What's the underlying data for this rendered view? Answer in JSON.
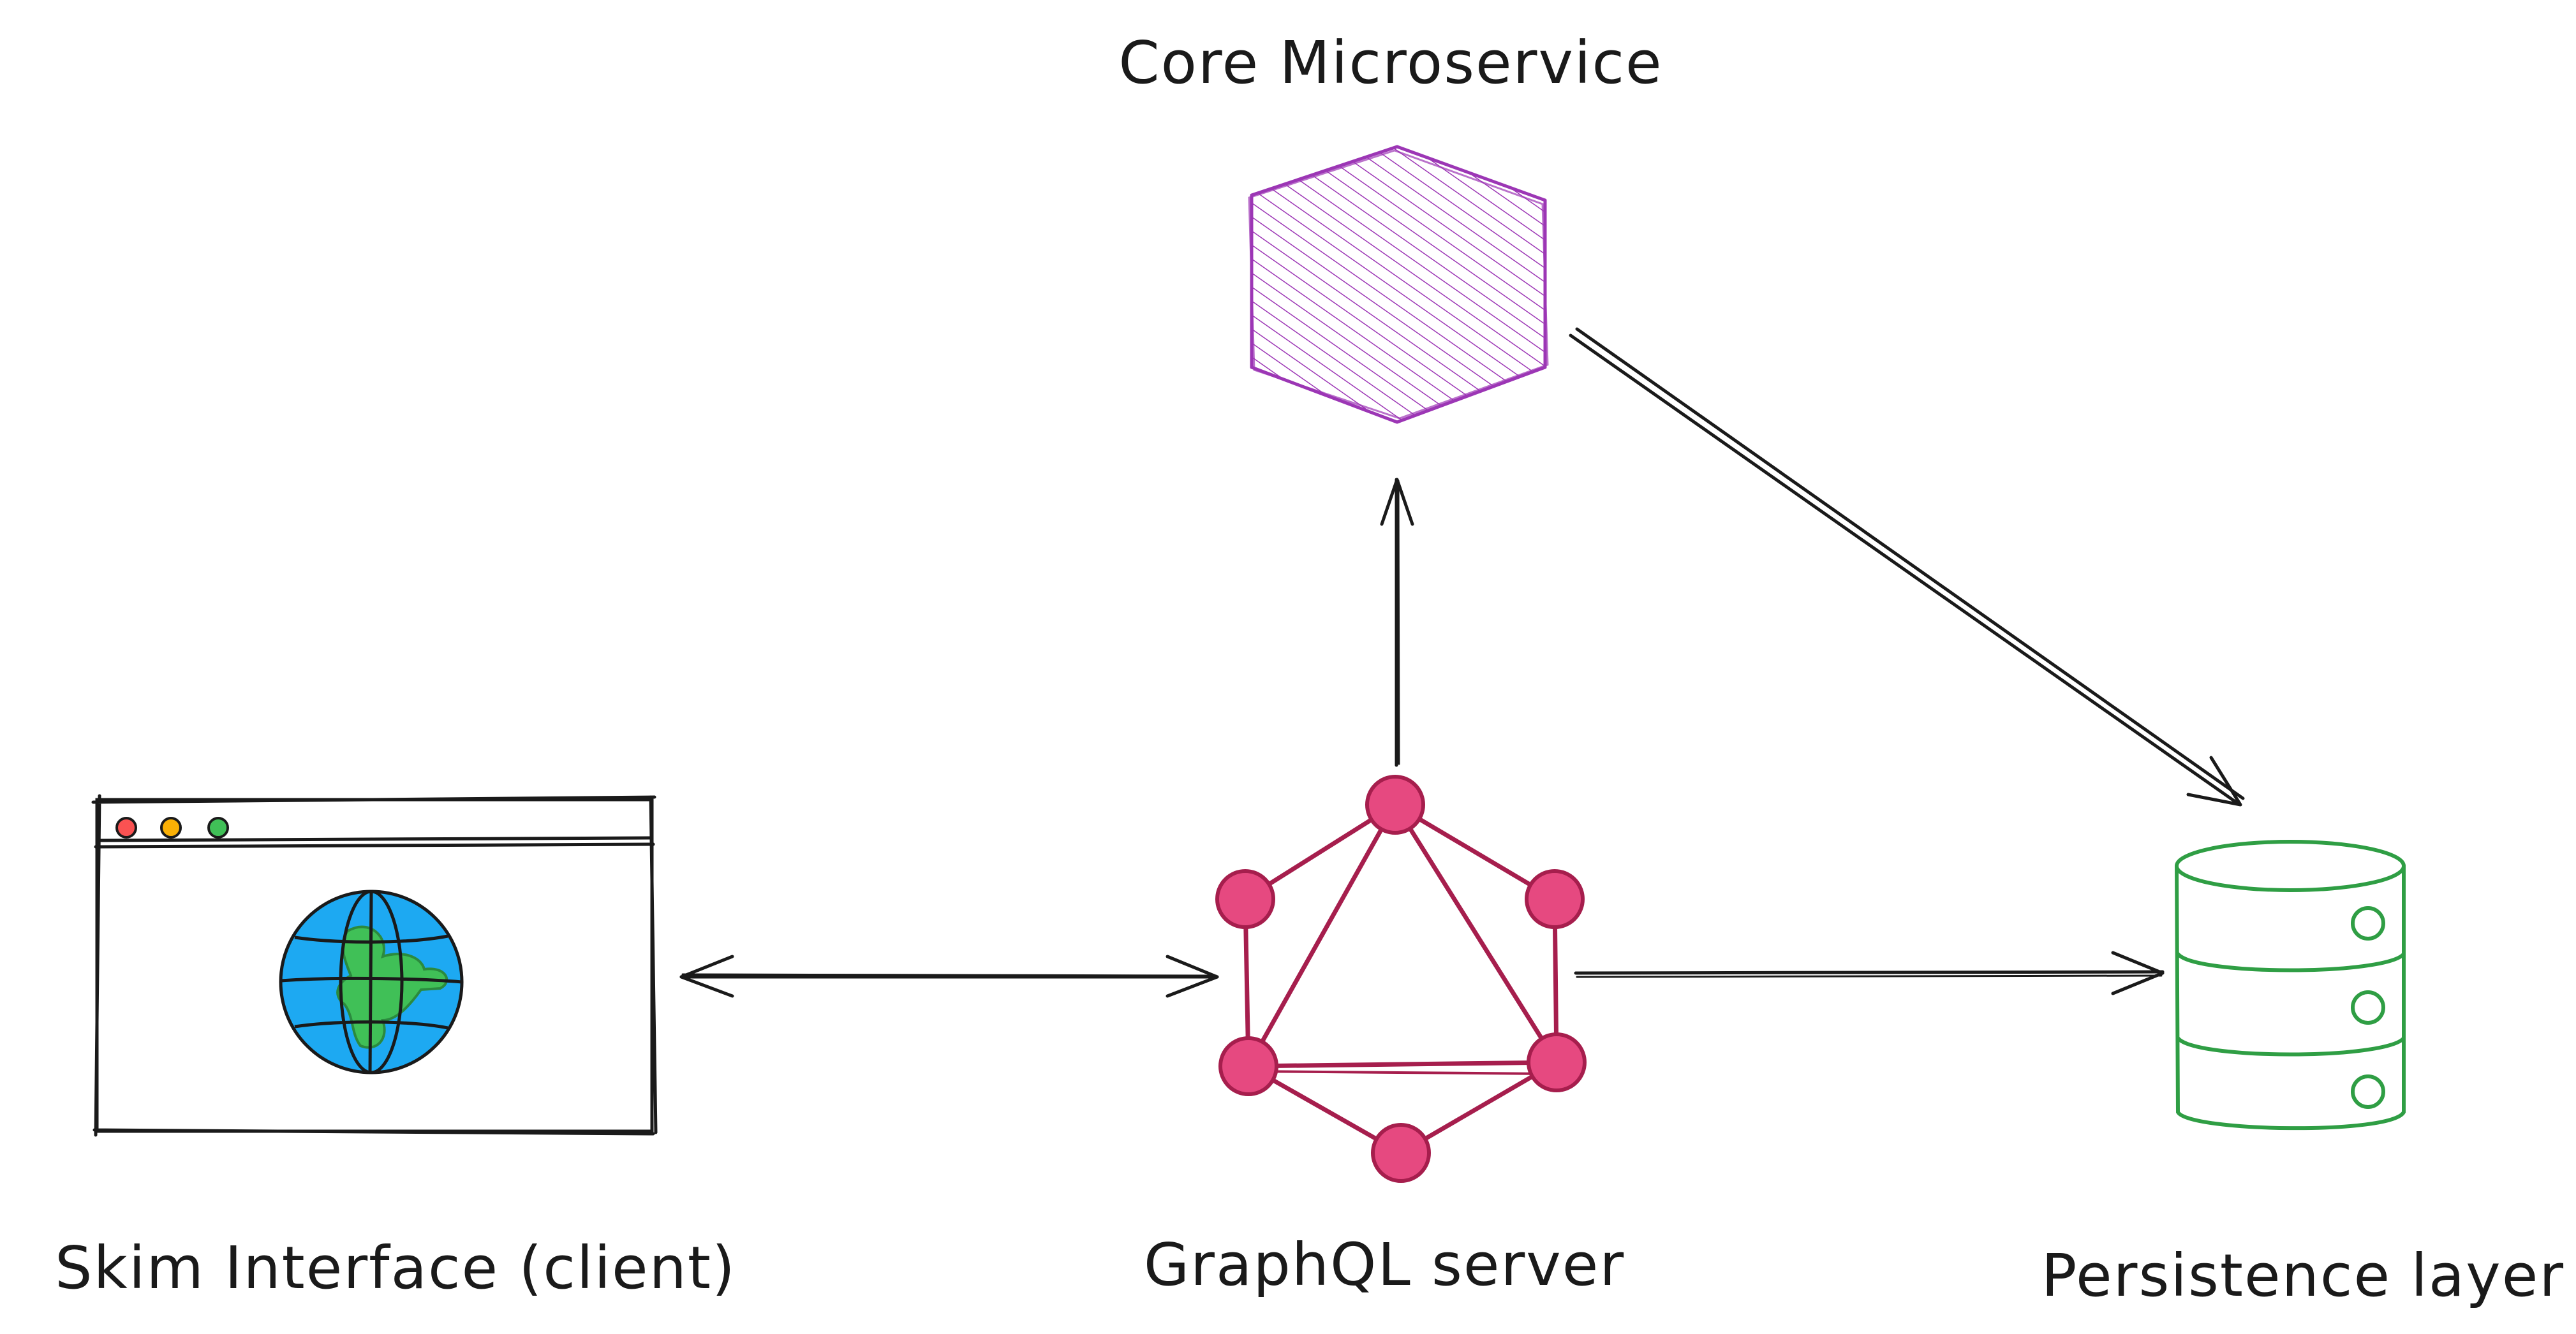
{
  "nodes": {
    "core": {
      "label": "Core Microservice",
      "color": "#9c36b5",
      "icon": "hexagon-icon"
    },
    "client": {
      "label": "Skim Interface (client)",
      "icon": "browser-window-icon",
      "dots": [
        "#fa5252",
        "#fab005",
        "#40c057"
      ],
      "globe_ocean": "#1da9f2",
      "globe_land": "#40c057"
    },
    "graphql": {
      "label": "GraphQL server",
      "color": "#e64980",
      "stroke": "#a61e4d",
      "icon": "graphql-logo-icon"
    },
    "persistence": {
      "label": "Persistence layer",
      "color": "#2f9e44",
      "icon": "database-icon"
    }
  },
  "edges": [
    {
      "from": "client",
      "to": "graphql",
      "direction": "both"
    },
    {
      "from": "graphql",
      "to": "core",
      "direction": "forward"
    },
    {
      "from": "graphql",
      "to": "persistence",
      "direction": "forward"
    },
    {
      "from": "core",
      "to": "persistence",
      "direction": "forward"
    }
  ]
}
